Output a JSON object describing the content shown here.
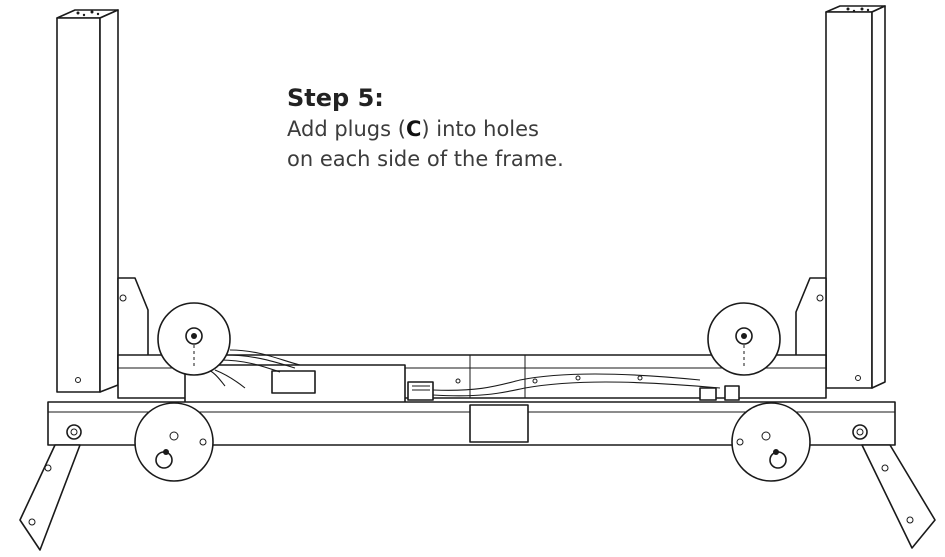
{
  "instruction": {
    "step_label": "Step 5:",
    "text_before_part": "Add plugs (",
    "part_letter": "C",
    "text_after_part": ") into holes",
    "line_two": "on each side of the frame."
  },
  "figure": {
    "subject": "desk frame with legs, crossbars and control box",
    "callout_circles": 4
  }
}
